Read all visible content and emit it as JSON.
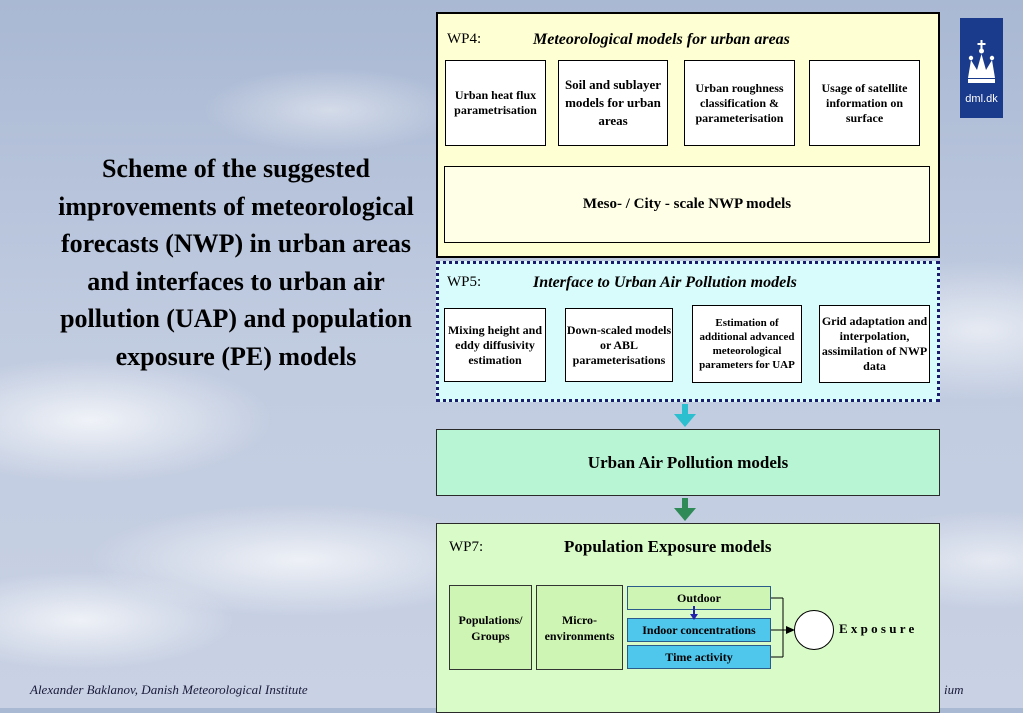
{
  "title": "Scheme of the suggested improvements of meteorological forecasts (NWP) in urban areas and interfaces to urban air pollution (UAP) and population exposure (PE) models",
  "logo": {
    "text": "dml.dk",
    "icon": "crown-icon",
    "color": "#1a3a8c"
  },
  "wp4": {
    "label": "WP4:",
    "title": "Meteorological models for urban areas",
    "boxes": [
      "Urban heat flux parametrisation",
      "Soil and sublayer models for urban areas",
      "Urban roughness classification & parameterisation",
      "Usage of satellite information on surface"
    ],
    "nwp": "Meso- / City - scale NWP models",
    "color": "#ffffd4"
  },
  "wp5": {
    "label": "WP5:",
    "title": "Interface to Urban Air Pollution models",
    "boxes": [
      "Mixing height and eddy diffusivity estimation",
      "Down-scaled models or ABL parameterisations",
      "Estimation of additional advanced meteorological parameters for UAP",
      "Grid adaptation and interpolation, assimilation of NWP data"
    ],
    "color": "#d8fbfb"
  },
  "uap": {
    "label": "Urban Air Pollution models",
    "color": "#b8f5d4"
  },
  "wp7": {
    "label": "WP7:",
    "title": "Population Exposure models",
    "populations": "Populations/ Groups",
    "micro": "Micro-environments",
    "outdoor": "Outdoor",
    "indoor": "Indoor concentrations",
    "time": "Time activity",
    "exposure": "E x p o s u r e",
    "color": "#d8fbc8",
    "accent": "#4fc6ec"
  },
  "footer": {
    "author": "Alexander Baklanov, Danish Meteorological Institute",
    "right_fragment": "ium"
  },
  "arrow_colors": {
    "wp5_to_uap": "#2bbfd0",
    "uap_to_wp7": "#2e8b57"
  }
}
